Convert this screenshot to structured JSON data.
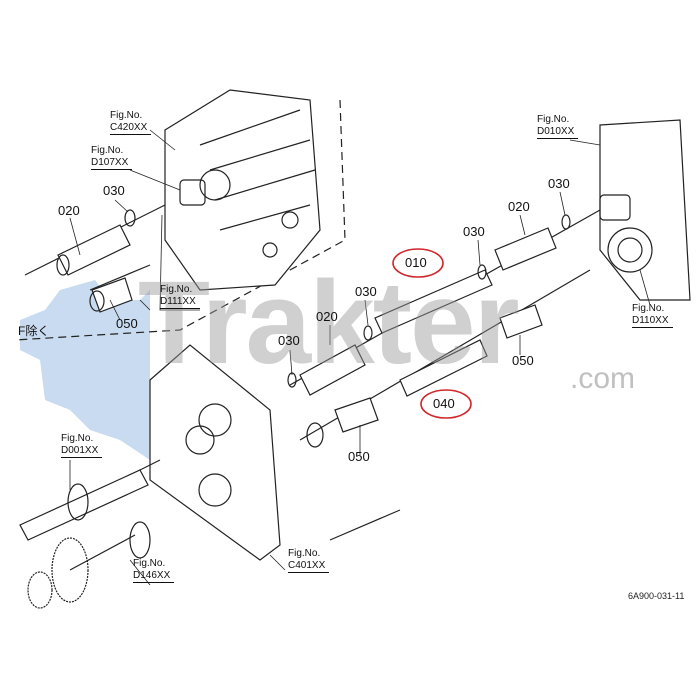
{
  "watermark": {
    "brand": "Trakter",
    "suffix": ".com",
    "color": "#4a90d9"
  },
  "annotation_note": "F除く",
  "drawing_code": "6A900-031-11",
  "highlight_color": "#d0282c",
  "figure_refs": [
    {
      "label": "Fig.No.",
      "code": "C420XX"
    },
    {
      "label": "Fig.No.",
      "code": "D107XX"
    },
    {
      "label": "Fig.No.",
      "code": "D111XX"
    },
    {
      "label": "Fig.No.",
      "code": "D010XX"
    },
    {
      "label": "Fig.No.",
      "code": "D110XX"
    },
    {
      "label": "Fig.No.",
      "code": "D001XX"
    },
    {
      "label": "Fig.No.",
      "code": "D146XX"
    },
    {
      "label": "Fig.No.",
      "code": "C401XX"
    }
  ],
  "parts": [
    {
      "number": "030"
    },
    {
      "number": "020"
    },
    {
      "number": "050"
    },
    {
      "number": "030"
    },
    {
      "number": "020"
    },
    {
      "number": "030"
    },
    {
      "number": "010",
      "highlighted": true
    },
    {
      "number": "030"
    },
    {
      "number": "020"
    },
    {
      "number": "030"
    },
    {
      "number": "050"
    },
    {
      "number": "040",
      "highlighted": true
    },
    {
      "number": "050"
    }
  ]
}
